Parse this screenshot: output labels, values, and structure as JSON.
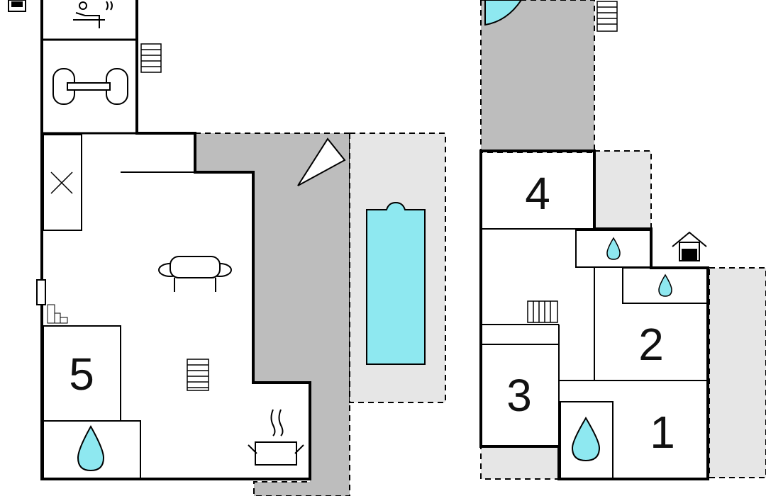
{
  "floorplan": {
    "rooms": [
      {
        "id": "room-5",
        "number": "5"
      },
      {
        "id": "room-4",
        "number": "4"
      },
      {
        "id": "room-3",
        "number": "3"
      },
      {
        "id": "room-2",
        "number": "2"
      },
      {
        "id": "room-1",
        "number": "1"
      }
    ],
    "icons": [
      "sauna-icon",
      "gym-dumbbell-icon",
      "cooktop-x-icon",
      "sofa-icon",
      "radiator-icon",
      "pool-icon",
      "triangle-marker-icon",
      "bathroom-drop-icon",
      "cooking-pot-icon",
      "doghouse-icon",
      "door-icon",
      "stairs-icon"
    ],
    "colors": {
      "wall": "#000000",
      "terrace": "#bdbdbd",
      "outdoor_area": "#e6e6e6",
      "water": "#8ee8f0",
      "water_stroke": "#000000"
    }
  }
}
